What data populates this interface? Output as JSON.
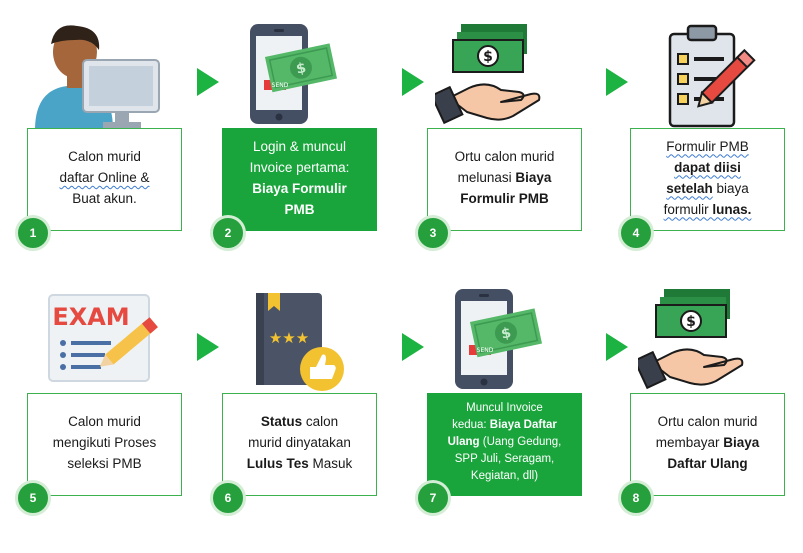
{
  "steps": [
    {
      "number": "1",
      "icon": "user-at-computer-icon",
      "lines": [
        "Calon murid",
        "daftar Online &",
        "Buat akun."
      ]
    },
    {
      "number": "2",
      "icon": "phone-send-money-icon",
      "lines": [
        "Login & muncul",
        "Invoice pertama:"
      ],
      "bold_lines": [
        "Biaya Formulir",
        "PMB"
      ]
    },
    {
      "number": "3",
      "icon": "hand-money-icon",
      "line1": "Ortu calon murid",
      "line2_pre": "melunasi ",
      "line2_bold": "Biaya",
      "line3_bold": "Formulir PMB"
    },
    {
      "number": "4",
      "icon": "clipboard-pencil-icon",
      "line1": "Formulir PMB",
      "line2_bold": "dapat diisi",
      "line3_bold": "setelah",
      "line3_rest": " biaya",
      "line4_pre": "formulir ",
      "line4_bold": "lunas."
    },
    {
      "number": "5",
      "icon": "exam-sheet-icon",
      "lines": [
        "Calon murid",
        "mengikuti Proses",
        "seleksi PMB"
      ]
    },
    {
      "number": "6",
      "icon": "rated-book-thumbs-up-icon",
      "line1_bold": "Status",
      "line1_rest": " calon",
      "line2": "murid dinyatakan",
      "line3_bold": "Lulus Tes",
      "line3_rest": " Masuk"
    },
    {
      "number": "7",
      "icon": "phone-send-money-icon",
      "line1": "Muncul Invoice",
      "line2_pre": "kedua: ",
      "line2_bold": "Biaya Daftar",
      "line3_bold": "Ulang",
      "line3_rest": " (Uang Gedung,",
      "line4": "SPP Juli, Seragam,",
      "line5": "Kegiatan, dll)"
    },
    {
      "number": "8",
      "icon": "hand-money-icon",
      "line1": "Ortu calon murid",
      "line2_pre": "membayar ",
      "line2_bold": "Biaya",
      "line3_bold": "Daftar Ulang"
    }
  ],
  "phone_send_label": "SEND",
  "exam_label": "EXAM",
  "colors": {
    "green": "#1db342",
    "badge": "#25a03d",
    "box_border": "#3db14d",
    "fill_box": "#19a53b"
  }
}
